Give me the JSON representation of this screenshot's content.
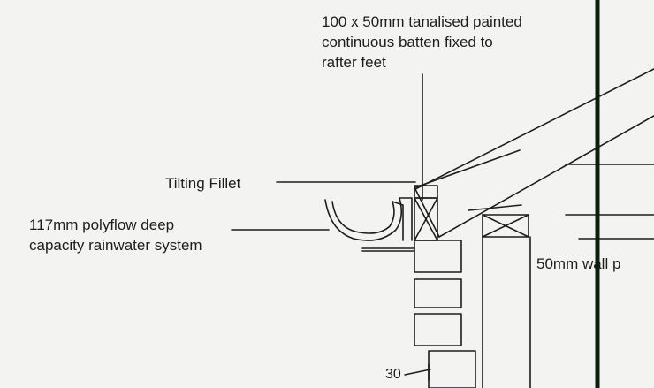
{
  "labels": {
    "batten": {
      "line1": "100 x 50mm tanalised painted",
      "line2": "continuous batten fixed to",
      "line3": "rafter feet"
    },
    "tilting_fillet": "Tilting Fillet",
    "gutter": {
      "line1": "117mm polyflow deep",
      "line2": "capacity rainwater system"
    },
    "wall_plate": "50mm wall p",
    "dimension": "30"
  },
  "colors": {
    "ink": "#1d1d1d",
    "paper": "#f3f3f1",
    "frame_line": "#0b1f0b"
  }
}
